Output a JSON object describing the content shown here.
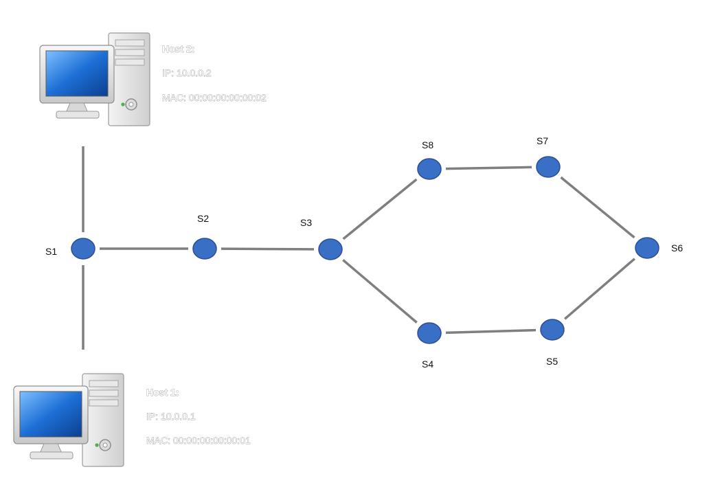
{
  "hosts": [
    {
      "id": "host2",
      "name": "Host 2:",
      "ip": "IP: 10.0.0.2",
      "mac": "MAC: 00:00:00:00:00:02"
    },
    {
      "id": "host1",
      "name": "Host 1:",
      "ip": "IP: 10.0.0.1",
      "mac": "MAC: 00:00:00:00:00:01"
    }
  ],
  "switches": [
    {
      "id": "s1",
      "label": "S1"
    },
    {
      "id": "s2",
      "label": "S2"
    },
    {
      "id": "s3",
      "label": "S3"
    },
    {
      "id": "s4",
      "label": "S4"
    },
    {
      "id": "s5",
      "label": "S5"
    },
    {
      "id": "s6",
      "label": "S6"
    },
    {
      "id": "s7",
      "label": "S7"
    },
    {
      "id": "s8",
      "label": "S8"
    }
  ],
  "links": [
    [
      "host2",
      "s1"
    ],
    [
      "host1",
      "s1"
    ],
    [
      "s1",
      "s2"
    ],
    [
      "s2",
      "s3"
    ],
    [
      "s3",
      "s8"
    ],
    [
      "s8",
      "s7"
    ],
    [
      "s7",
      "s6"
    ],
    [
      "s3",
      "s4"
    ],
    [
      "s4",
      "s5"
    ],
    [
      "s5",
      "s6"
    ]
  ],
  "colors": {
    "node_fill": "#3a6fc6",
    "node_stroke": "#2b4f91",
    "link": "#7f7f7f",
    "screen": "#1d6fd6"
  }
}
